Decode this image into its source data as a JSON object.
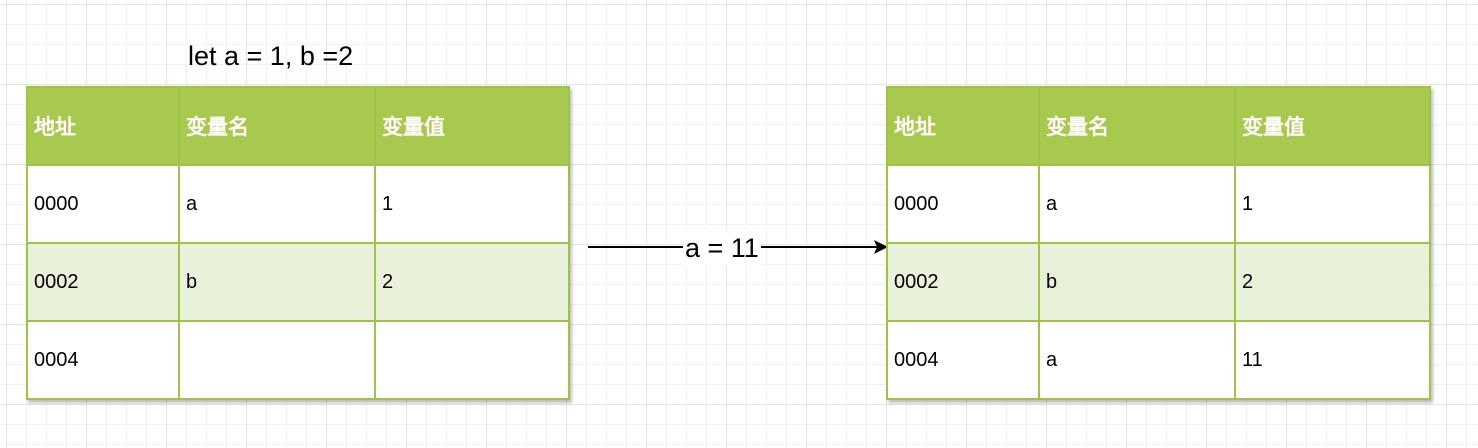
{
  "title": "let a = 1, b =2",
  "arrow_label": "a = 11",
  "headers": {
    "address": "地址",
    "name": "变量名",
    "value": "变量值"
  },
  "table_before": {
    "rows": [
      {
        "address": "0000",
        "name": "a",
        "value": "1"
      },
      {
        "address": "0002",
        "name": "b",
        "value": "2"
      },
      {
        "address": "0004",
        "name": "",
        "value": ""
      }
    ]
  },
  "table_after": {
    "rows": [
      {
        "address": "0000",
        "name": "a",
        "value": "1"
      },
      {
        "address": "0002",
        "name": "b",
        "value": "2"
      },
      {
        "address": "0004",
        "name": "a",
        "value": "11"
      }
    ]
  },
  "colors": {
    "header_fill": "#a8c84e",
    "border": "#9cc447",
    "alt_row_fill": "#eaf1da"
  }
}
